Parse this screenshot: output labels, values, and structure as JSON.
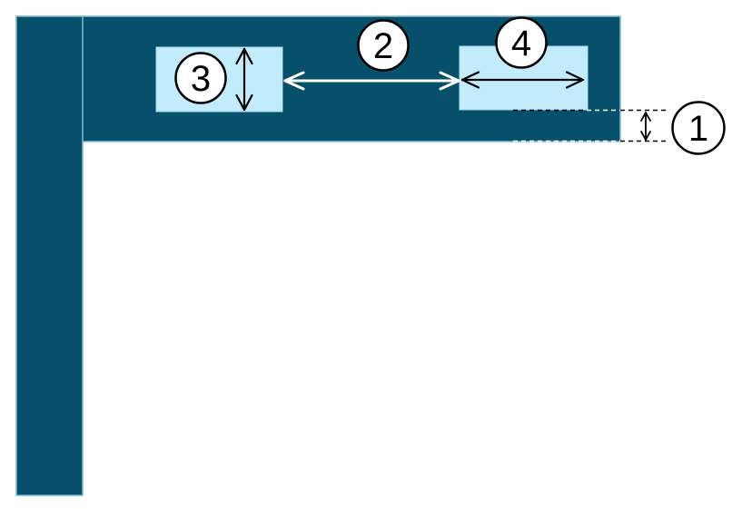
{
  "diagram": {
    "description_type": "dimension-annotation-diagram",
    "background": "#ffffff",
    "colors": {
      "frame_fill": "#07506b",
      "frame_outline": "#7fbcd3",
      "block_fill": "#c2ecfc",
      "block_outline": "#a9dcf0",
      "annotation_black": "#000000",
      "annotation_white": "#ffffff"
    },
    "callouts": [
      {
        "label": "1"
      },
      {
        "label": "2"
      },
      {
        "label": "3"
      },
      {
        "label": "4"
      }
    ]
  }
}
